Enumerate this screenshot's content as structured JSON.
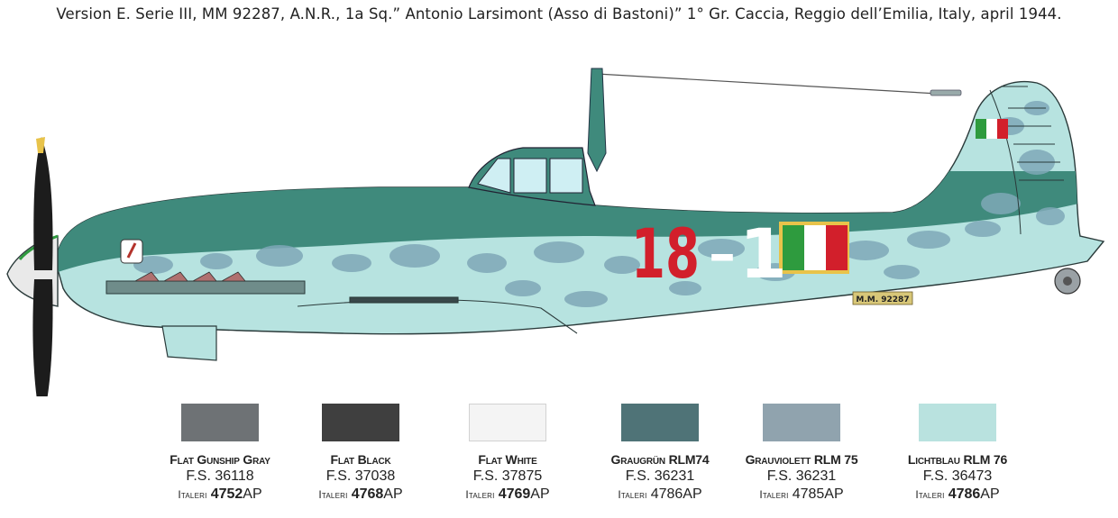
{
  "caption": "Version E. Serie III, MM 92287, A.N.R., 1a Sq.” Antonio Larsimont (Asso di Bastoni)” 1° Gr. Caccia, Reggio dell’Emilia, Italy, april 1944.",
  "aircraft": {
    "fuselage_code": "18",
    "fuselage_dash": "–",
    "fuselage_number": "1",
    "serial": "M.M. 92287"
  },
  "colors": {
    "top_green": "#3f8a7c",
    "light_blue": "#b7e3e0",
    "mottle": "#7fa8b8",
    "red": "#d21f2b",
    "black": "#1c1c1c"
  },
  "palette": [
    {
      "name": "Flat Gunship Gray",
      "fs": "F.S. 36118",
      "brand": "Italeri",
      "code_bold": "4752",
      "code_suffix": "AP",
      "bold": true,
      "hex": "#6e7275"
    },
    {
      "name": "Flat Black",
      "fs": "F.S. 37038",
      "brand": "Italeri",
      "code_bold": "4768",
      "code_suffix": "AP",
      "bold": true,
      "hex": "#3f3f3f"
    },
    {
      "name": "Flat White",
      "fs": "F.S. 37875",
      "brand": "Italeri",
      "code_bold": "4769",
      "code_suffix": "AP",
      "bold": true,
      "hex": "#f4f4f4"
    },
    {
      "name": "Graugrün RLM74",
      "fs": "F.S. 36231",
      "brand": "Italeri",
      "code_bold": "",
      "code_suffix": "4786AP",
      "bold": false,
      "hex": "#4f7377"
    },
    {
      "name": "Grauviolett RLM 75",
      "fs": "F.S. 36231",
      "brand": "Italeri",
      "code_bold": "",
      "code_suffix": "4785AP",
      "bold": false,
      "hex": "#90a3ae"
    },
    {
      "name": "Lichtblau RLM 76",
      "fs": "F.S. 36473",
      "brand": "Italeri",
      "code_bold": "4786",
      "code_suffix": "AP",
      "bold": true,
      "hex": "#b9e2df"
    }
  ]
}
